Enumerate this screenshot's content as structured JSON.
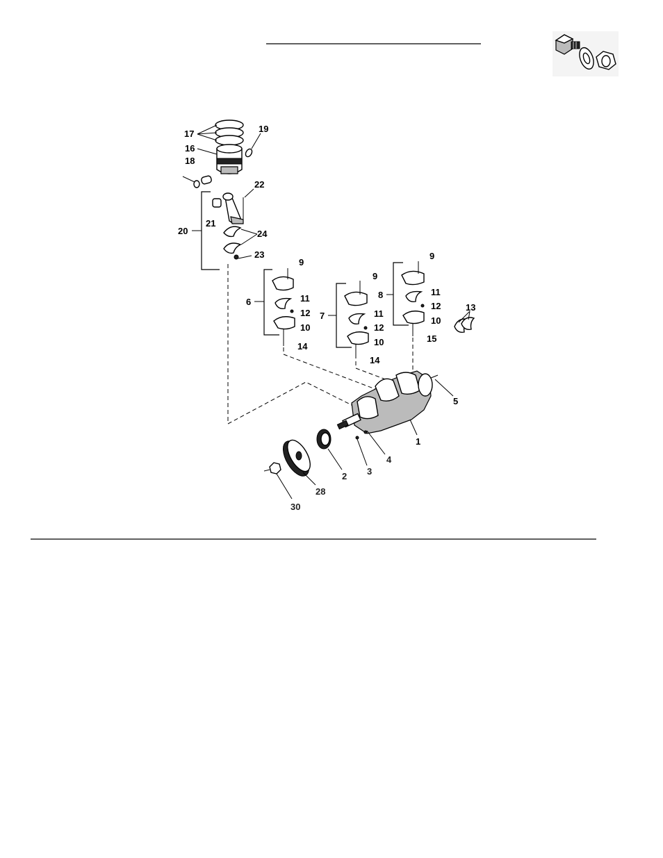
{
  "callouts": {
    "c17": "17",
    "c19": "19",
    "c16": "16",
    "c18": "18",
    "c22": "22",
    "c21": "21",
    "c20": "20",
    "c24": "24",
    "c23": "23",
    "c6": "6",
    "c6_9": "9",
    "c6_11": "11",
    "c6_12": "12",
    "c6_10": "10",
    "c6_14": "14",
    "c7": "7",
    "c7_9": "9",
    "c7_11": "11",
    "c7_12": "12",
    "c7_10": "10",
    "c7_14": "14",
    "c8": "8",
    "c8_9": "9",
    "c8_11": "11",
    "c8_12": "12",
    "c8_10": "10",
    "c8_15": "15",
    "c13": "13",
    "c5": "5",
    "c1": "1",
    "c4": "4",
    "c3": "3",
    "c2": "2",
    "c28": "28",
    "c30": "30"
  },
  "icons": {
    "hardware": "bolt-washer-nut-icon"
  }
}
